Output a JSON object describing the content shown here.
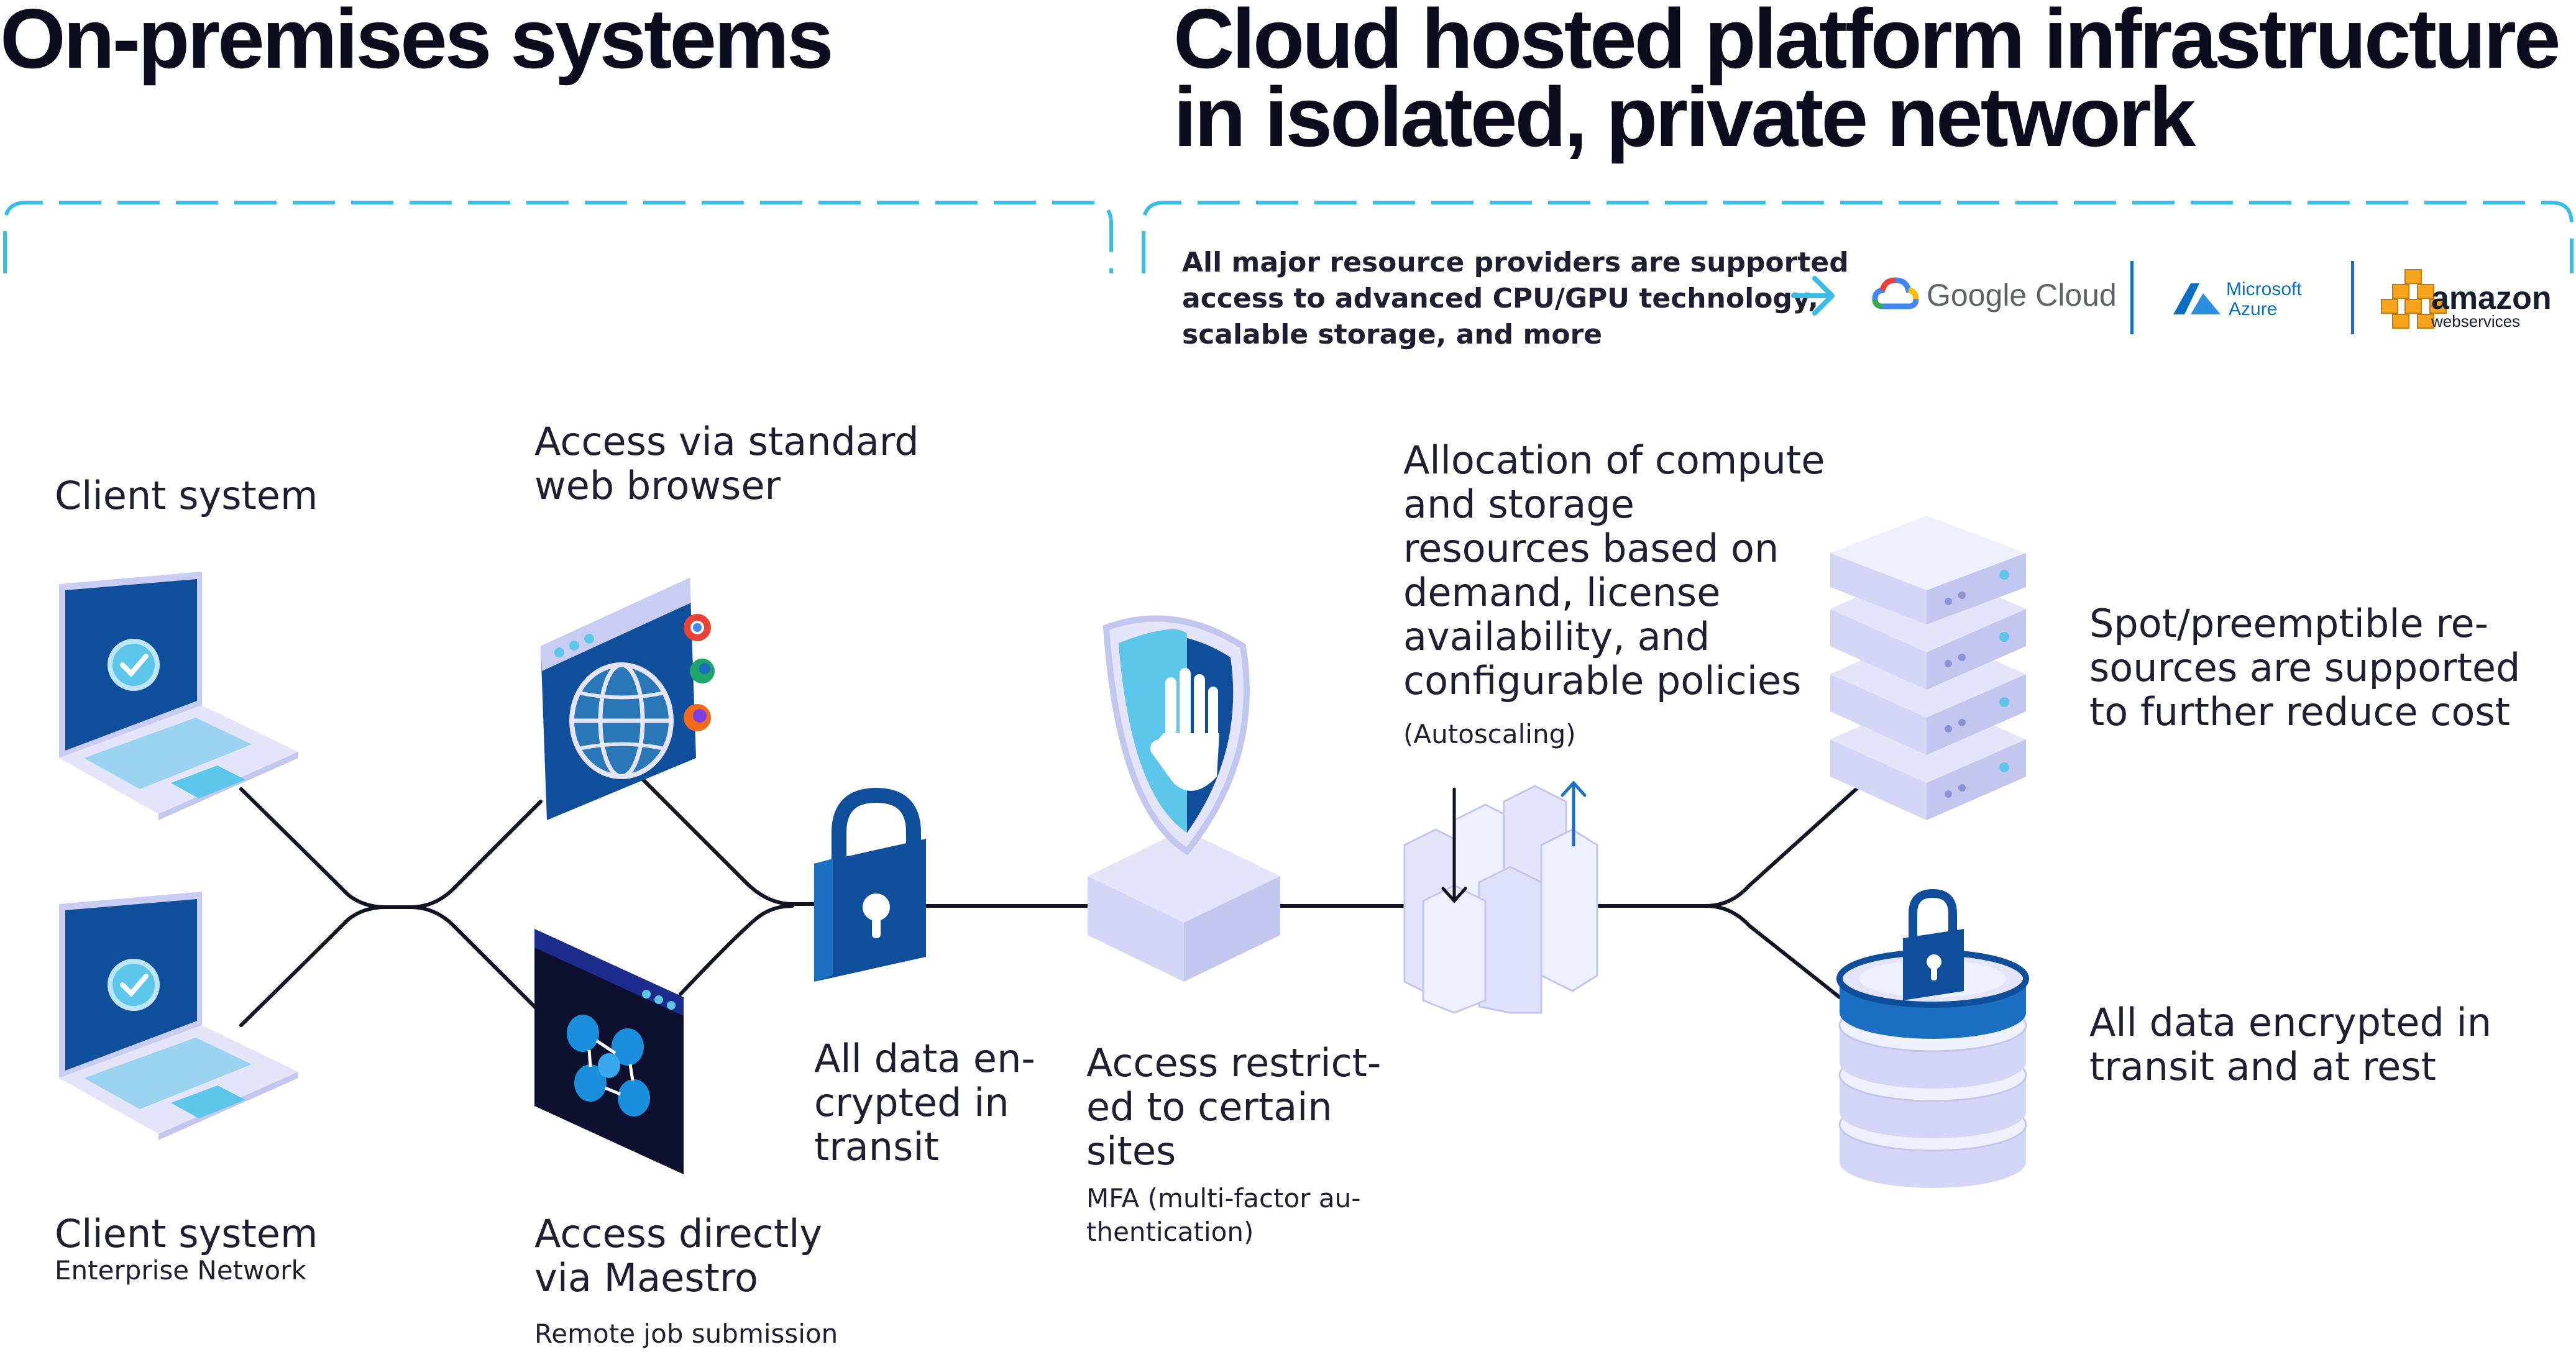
{
  "headings": {
    "left": "On-premises systems",
    "right_line1": "Cloud hosted platform infrastructure",
    "right_line2": "in isolated, private network"
  },
  "providers_note": {
    "line1": "All major resource providers are supported",
    "line2": "access to advanced CPU/GPU technology,",
    "line3": "scalable storage, and more"
  },
  "providers": {
    "google": "Google Cloud",
    "azure_line1": "Microsoft",
    "azure_line2": "Azure",
    "aws": "amazon",
    "aws_sub": "webservices"
  },
  "nodes": {
    "client_top": {
      "title": "Client system"
    },
    "client_bottom": {
      "title": "Client system",
      "subtitle": "Enterprise Network"
    },
    "browser": {
      "line1": "Access via standard",
      "line2": "web browser"
    },
    "maestro": {
      "line1": "Access directly",
      "line2": "via Maestro",
      "subtitle": "Remote job submission"
    },
    "encrypt_transit": {
      "line1": "All data en-",
      "line2": "crypted in",
      "line3": "transit"
    },
    "restrict": {
      "line1": "Access restrict-",
      "line2": "ed to certain",
      "line3": "sites",
      "sub1": "MFA (multi-factor au-",
      "sub2": "thentication)"
    },
    "autoscale": {
      "line1": "Allocation of compute",
      "line2": "and storage",
      "line3": "resources based on",
      "line4": "demand, license",
      "line5": "availability, and",
      "line6": "configurable policies",
      "subtitle": "(Autoscaling)"
    },
    "spot": {
      "line1": "Spot/preemptible re-",
      "line2": "sources are supported",
      "line3": "to further reduce cost"
    },
    "encrypt_rest": {
      "line1": "All data encrypted in",
      "line2": "transit and at rest"
    }
  },
  "colors": {
    "accent_cyan": "#3bbde3",
    "deep_blue": "#0e4e9b",
    "mid_blue": "#1b6fc2",
    "light_blue": "#5cc7ea",
    "lavender": "#e4e5fb",
    "lavender_dark": "#c3c6ef",
    "connector": "#101322"
  }
}
